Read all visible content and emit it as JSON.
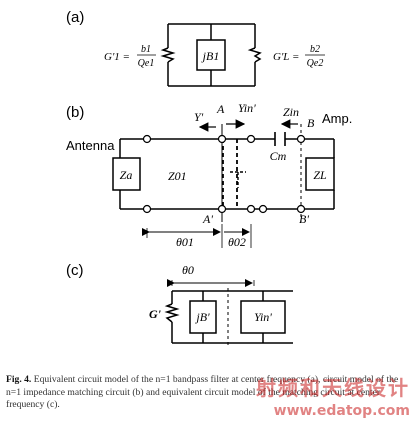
{
  "panel_a": {
    "tag": "(a)",
    "g1_lhs": "G'1 =",
    "g1_num": "b1",
    "g1_den": "Qe1",
    "b1": "jB1",
    "gl_lhs": "G'L =",
    "gl_num": "b2",
    "gl_den": "Qe2"
  },
  "panel_b": {
    "tag": "(b)",
    "antenna": "Antenna",
    "amp": "Amp.",
    "node_a": "A",
    "node_a_prime": "A'",
    "node_b": "B",
    "node_b_prime": "B'",
    "y_prime": "Y'",
    "yin_prime": "Yin'",
    "zin": "Zin",
    "cm": "Cm",
    "za": "Za",
    "z01": "Z01",
    "zl": "ZL",
    "theta01": "θ01",
    "theta02": "θ02"
  },
  "panel_c": {
    "tag": "(c)",
    "theta0": "θ0",
    "g_prime": "G'",
    "jb_prime": "jB'",
    "yin_prime": "Yin'"
  },
  "caption": {
    "label": "Fig. 4.",
    "text": "Equivalent circuit model of the n=1 bandpass filter at center frequency (a), circuit model of the n=1 impedance matching circuit (b) and equivalent circuit model of the matching circuit at center frequency (c)."
  },
  "watermark": {
    "cn": "射频和天线设计",
    "url": "www.edatop.com"
  }
}
